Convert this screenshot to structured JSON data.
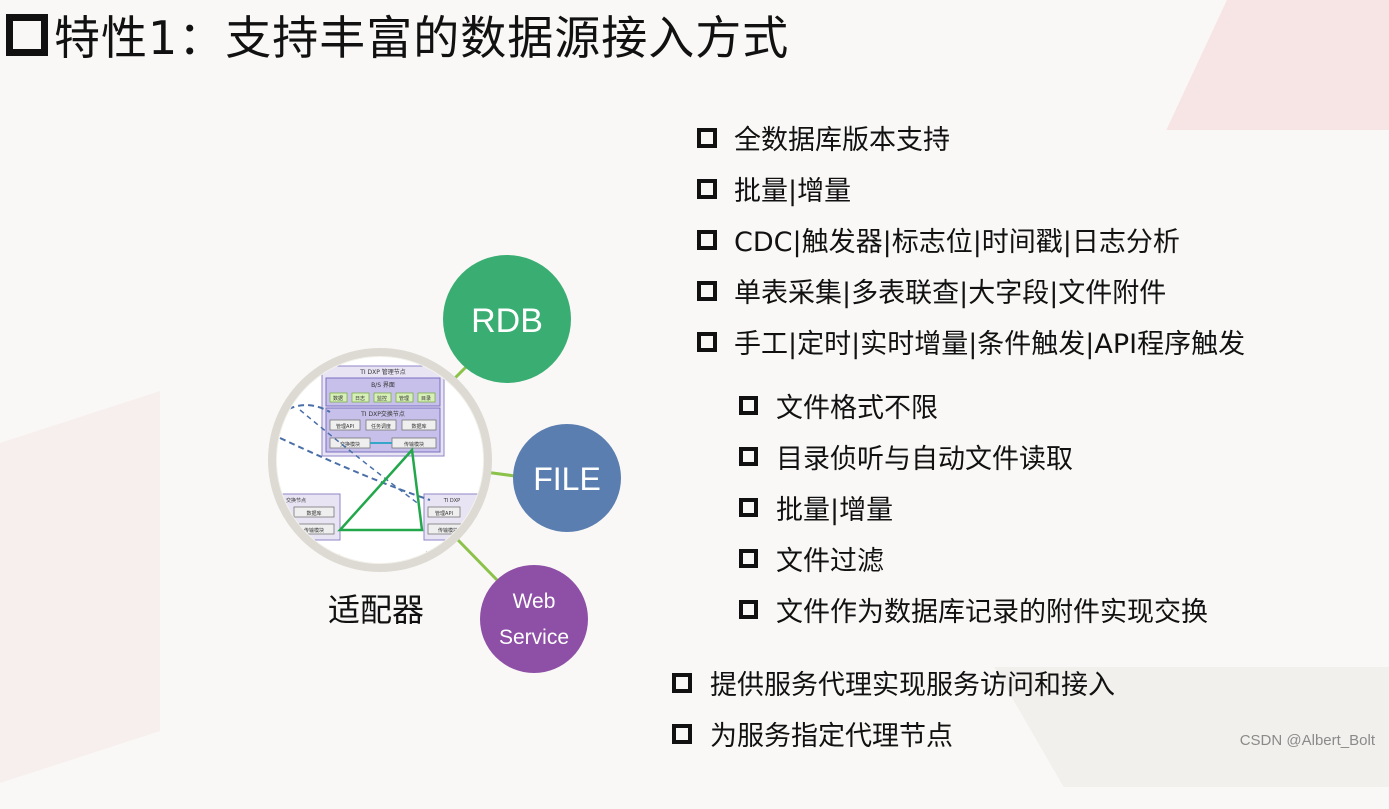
{
  "title": "特性1：支持丰富的数据源接入方式",
  "diagram": {
    "nodes": [
      {
        "id": "rdb",
        "label": "RDB",
        "color": "#3aae72"
      },
      {
        "id": "file",
        "label": "FILE",
        "color": "#5b7eb1"
      },
      {
        "id": "ws",
        "label_line1": "Web",
        "label_line2": "Service",
        "color": "#8e4fa6"
      }
    ],
    "connector_color": "#8cc24a",
    "center_label": "适配器",
    "center_inset": {
      "header": "TI DXP 管理节点",
      "subheader": "B/S 界面",
      "buttons": [
        "数据",
        "日志",
        "监控",
        "管理",
        "目录"
      ],
      "exchange_header": "TI DXP交换节点",
      "row1": [
        "管理API",
        "任务调度",
        "数据库"
      ],
      "row2": [
        "交换模块",
        "传输模块"
      ],
      "left_node_header": "交换节点",
      "left_node_items": [
        "数据库",
        "传输模块"
      ],
      "right_node_header": "TI DXP",
      "right_node_items": [
        "管理API",
        "传输模块"
      ]
    }
  },
  "main_list": [
    "全数据库版本支持",
    "批量|增量",
    "CDC|触发器|标志位|时间戳|日志分析",
    "单表采集|多表联查|大字段|文件附件",
    "手工|定时|实时增量|条件触发|API程序触发"
  ],
  "sub_list": [
    "文件格式不限",
    "目录侦听与自动文件读取",
    "批量|增量",
    "文件过滤",
    "文件作为数据库记录的附件实现交换"
  ],
  "bottom_list": [
    "提供服务代理实现服务访问和接入",
    "为服务指定代理节点"
  ],
  "watermark": "CSDN @Albert_Bolt"
}
